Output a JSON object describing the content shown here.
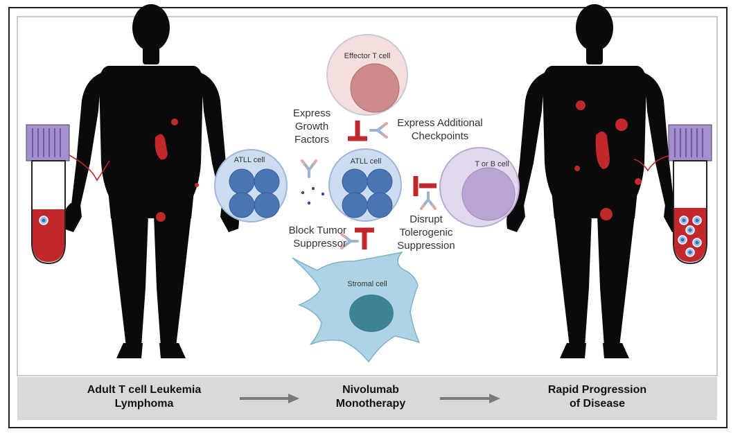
{
  "cells": {
    "effector": "Effector T cell",
    "atll_left": "ATLL cell",
    "atll_center": "ATLL cell",
    "tb": "T or B cell",
    "stromal": "Stromal cell"
  },
  "mechanisms": {
    "growth_1": "Express",
    "growth_2": "Growth",
    "growth_3": "Factors",
    "checkpoints_1": "Express Additional",
    "checkpoints_2": "Checkpoints",
    "tolerogenic_1": "Disrupt",
    "tolerogenic_2": "Tolerogenic",
    "tolerogenic_3": "Suppression",
    "tumor_1": "Block Tumor",
    "tumor_2": "Suppressor"
  },
  "bar": {
    "left_1": "Adult T cell Leukemia",
    "left_2": "Lymphoma",
    "middle_1": "Nivolumab",
    "middle_2": "Monotherapy",
    "right_1": "Rapid Progression",
    "right_2": "of Disease"
  },
  "colors": {
    "lesion": "#c0282b",
    "silhouette": "#0a0a0a",
    "atll_cell": "#4a75b5",
    "tube_cap": "#a58fd0",
    "bar_bg": "#d9d9d9"
  }
}
